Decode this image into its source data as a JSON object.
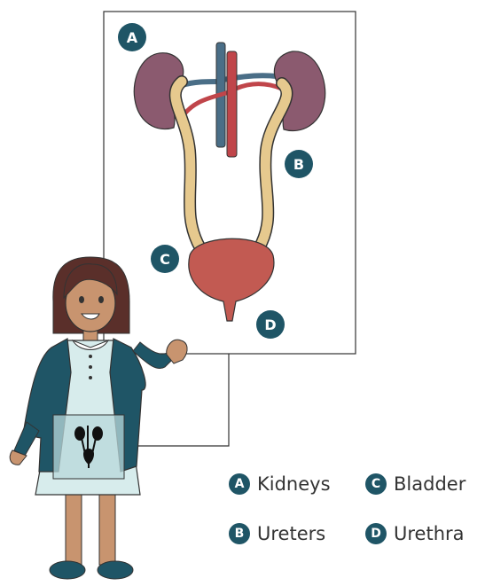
{
  "diagram": {
    "markers": [
      {
        "letter": "A"
      },
      {
        "letter": "B"
      },
      {
        "letter": "C"
      },
      {
        "letter": "D"
      }
    ],
    "legend": [
      {
        "letter": "A",
        "label": "Kidneys"
      },
      {
        "letter": "C",
        "label": "Bladder"
      },
      {
        "letter": "B",
        "label": "Ureters"
      },
      {
        "letter": "D",
        "label": "Urethra"
      }
    ]
  },
  "colors": {
    "kidney": "#8b5a6f",
    "ureter": "#e6c98e",
    "bladder": "#c25a52",
    "artery": "#c0454a",
    "vein": "#4a6e87",
    "badge": "#1f5566",
    "cardigan": "#1f5566",
    "dress": "#d7ecec"
  }
}
